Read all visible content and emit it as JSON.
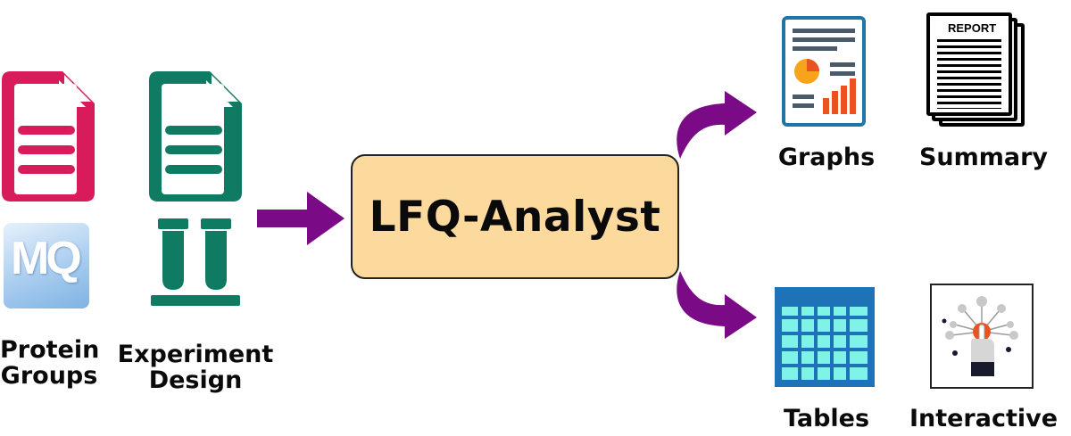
{
  "center": {
    "title": "LFQ-Analyst"
  },
  "inputs": {
    "protein_groups": {
      "line1": "Protein",
      "line2": "Groups",
      "logo_text": "MQ"
    },
    "experiment_design": {
      "line1": "Experiment",
      "line2": "Design"
    }
  },
  "outputs": {
    "graphs": {
      "label": "Graphs"
    },
    "summary": {
      "label": "Summary",
      "doc_header": "REPORT"
    },
    "tables": {
      "label": "Tables"
    },
    "interactive": {
      "label": "Interactive"
    }
  },
  "colors": {
    "protein_file": "#d81b5a",
    "design_file": "#0e7b62",
    "arrow": "#7b0a86",
    "center_fill": "#fcd99d",
    "table_blue": "#1e73b8",
    "table_cell": "#7ff3e8"
  }
}
